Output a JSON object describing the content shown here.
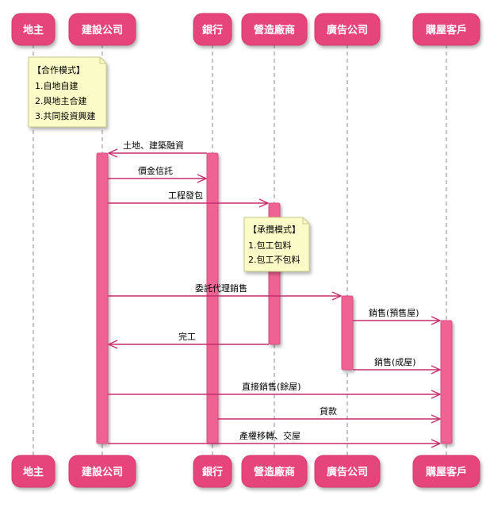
{
  "colors": {
    "participant_fill": "#e6447c",
    "participant_border": "#d63a70",
    "activation_fill": "#f06292",
    "activation_border": "#d94e82",
    "arrow": "#c62d6f",
    "lifeline": "#888888",
    "note_fill": "#fbfbc8",
    "note_border": "#c9c98a"
  },
  "participants": [
    {
      "id": "landowner",
      "label": "地主"
    },
    {
      "id": "developer",
      "label": "建設公司"
    },
    {
      "id": "bank",
      "label": "銀行"
    },
    {
      "id": "contractor",
      "label": "營造廠商"
    },
    {
      "id": "agency",
      "label": "廣告公司"
    },
    {
      "id": "buyer",
      "label": "購屋客戶"
    }
  ],
  "notes": [
    {
      "id": "coop",
      "lines": [
        "【合作模式】",
        "1.自地自建",
        "2.與地主合建",
        "3.共同投資興建"
      ]
    },
    {
      "id": "contract",
      "lines": [
        "【承攬模式】",
        "1.包工包料",
        "2.包工不包料"
      ]
    }
  ],
  "messages": [
    {
      "id": "m1",
      "label": "土地、建築融資",
      "from": "bank",
      "to": "developer"
    },
    {
      "id": "m2",
      "label": "價金信託",
      "from": "developer",
      "to": "bank"
    },
    {
      "id": "m3",
      "label": "工程發包",
      "from": "developer",
      "to": "contractor"
    },
    {
      "id": "m4",
      "label": "委託代理銷售",
      "from": "developer",
      "to": "agency"
    },
    {
      "id": "m5",
      "label": "銷售(預售屋)",
      "from": "agency",
      "to": "buyer"
    },
    {
      "id": "m6",
      "label": "完工",
      "from": "contractor",
      "to": "developer"
    },
    {
      "id": "m7",
      "label": "銷售(成屋)",
      "from": "agency",
      "to": "buyer"
    },
    {
      "id": "m8",
      "label": "直接銷售(餘屋)",
      "from": "developer",
      "to": "buyer"
    },
    {
      "id": "m9",
      "label": "貸款",
      "from": "bank",
      "to": "buyer"
    },
    {
      "id": "m10",
      "label": "產權移轉、交屋",
      "from": "developer",
      "to": "buyer"
    }
  ]
}
